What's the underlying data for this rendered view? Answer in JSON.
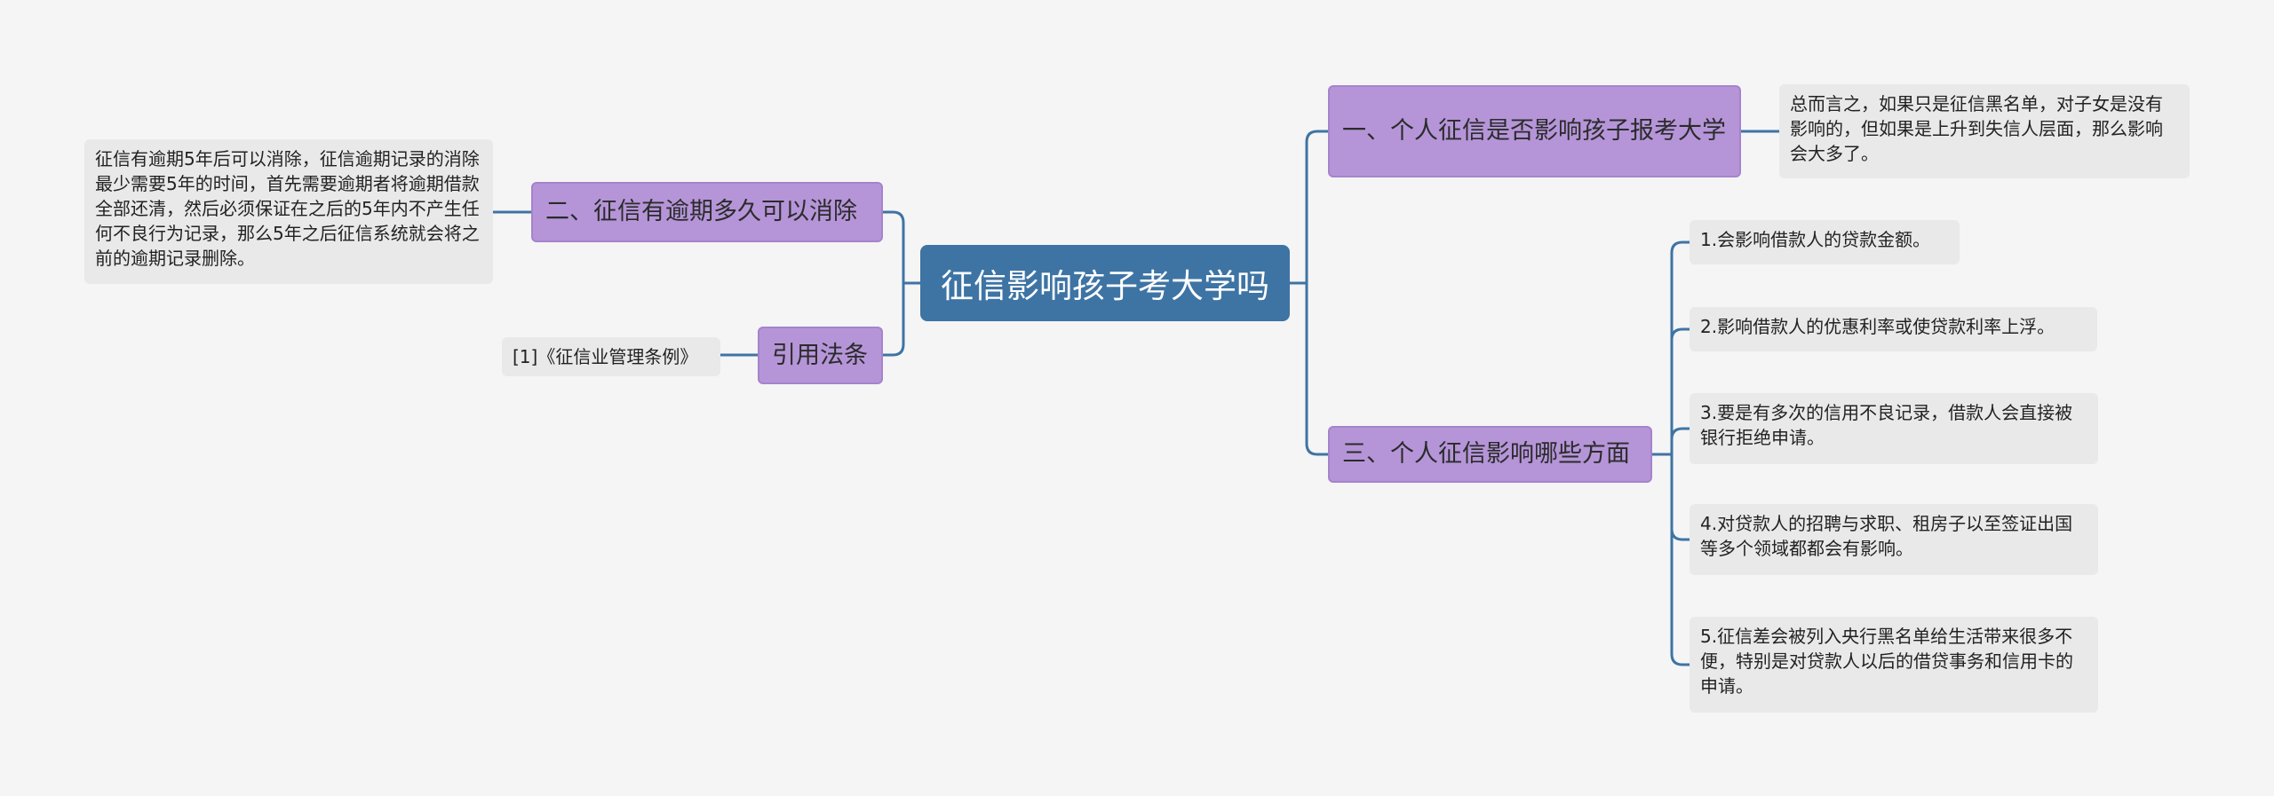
{
  "root": {
    "label": "征信影响孩子考大学吗"
  },
  "branches": {
    "b1": {
      "label": "一、个人征信是否影响孩子报考大学"
    },
    "b2": {
      "label": "二、征信有逾期多久可以消除"
    },
    "b3": {
      "label": "引用法条"
    },
    "b4": {
      "label": "三、个人征信影响哪些方面"
    }
  },
  "leaves": {
    "b1_text": "总而言之，如果只是征信黑名单，对子女是没有影响的，但如果是上升到失信人层面，那么影响会大多了。",
    "b2_text": "征信有逾期5年后可以消除，征信逾期记录的消除最少需要5年的时间，首先需要逾期者将逾期借款全部还清，然后必须保证在之后的5年内不产生任何不良行为记录，那么5年之后征信系统就会将之前的逾期记录删除。",
    "b3_text": "[1]《征信业管理条例》",
    "b4_items": [
      "1.会影响借款人的贷款金额。",
      "2.影响借款人的优惠利率或使贷款利率上浮。",
      "3.要是有多次的信用不良记录，借款人会直接被银行拒绝申请。",
      "4.对贷款人的招聘与求职、租房子以至签证出国等多个领域都都会有影响。",
      "5.征信差会被列入央行黑名单给生活带来很多不便，特别是对贷款人以后的借贷事务和信用卡的申请。"
    ]
  },
  "colors": {
    "root": "#3e74a4",
    "branch": "#b595d8",
    "leaf": "#e9e9e9",
    "connector": "#3e74a4",
    "background": "#f5f5f5"
  }
}
